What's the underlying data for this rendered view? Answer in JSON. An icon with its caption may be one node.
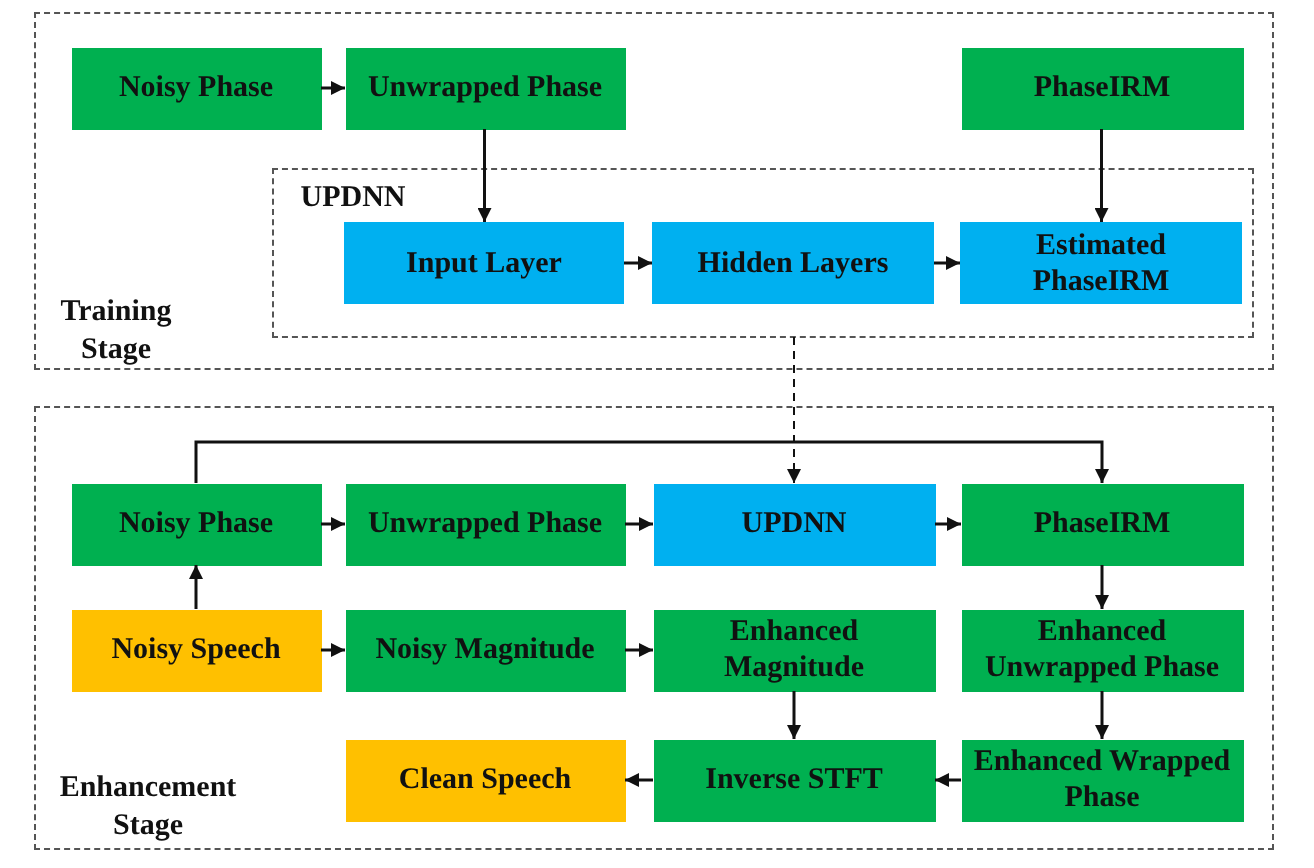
{
  "diagram": {
    "nodes": [
      {
        "text": [
          "Training Stage"
        ]
      },
      {
        "text": [
          "Noisy Phase"
        ],
        "in": 0
      },
      {
        "text": [
          "Unwrapped Phase"
        ],
        "in": 0
      },
      {
        "text": [
          "PhaseIRM"
        ],
        "in": 0
      },
      {
        "text": [
          "UPDNN"
        ],
        "in": 0
      },
      {
        "text": [
          "Input Layer"
        ],
        "in": 4
      },
      {
        "text": [
          "Hidden Layers"
        ],
        "in": 4
      },
      {
        "text": [
          "Estimated PhaseIRM"
        ],
        "in": 4
      },
      {
        "text": [
          "Enhancement Stage"
        ]
      },
      {
        "text": [
          "Noisy Phase"
        ],
        "in": 8
      },
      {
        "text": [
          "Unwrapped Phase"
        ],
        "in": 8
      },
      {
        "text": [
          "UPDNN"
        ],
        "in": 8
      },
      {
        "text": [
          "PhaseIRM"
        ],
        "in": 8
      },
      {
        "text": [
          "Noisy Speech"
        ],
        "in": 8
      },
      {
        "text": [
          "Noisy Magnitude"
        ],
        "in": 8
      },
      {
        "text": [
          "Enhanced Magnitude"
        ],
        "in": 8
      },
      {
        "text": [
          "Enhanced Unwrapped Phase"
        ],
        "in": 8
      },
      {
        "text": [
          "Clean Speech"
        ],
        "in": 8
      },
      {
        "text": [
          "Inverse STFT"
        ],
        "in": 8
      },
      {
        "text": [
          "Enhanced Wrapped Phase"
        ],
        "in": 8
      }
    ],
    "edges": [
      {
        "from": 1,
        "to": 2,
        "arrow": "to"
      },
      {
        "from": 2,
        "to": 5,
        "arrow": "to"
      },
      {
        "from": 3,
        "to": 7,
        "arrow": "to"
      },
      {
        "from": 5,
        "to": 6,
        "arrow": "to"
      },
      {
        "from": 6,
        "to": 7,
        "arrow": "to"
      },
      {
        "from": 4,
        "to": 11,
        "arrow": "to",
        "style": "dashed"
      },
      {
        "from": 9,
        "to": 10,
        "arrow": "to"
      },
      {
        "from": 10,
        "to": 11,
        "arrow": "to"
      },
      {
        "from": 11,
        "to": 12,
        "arrow": "to"
      },
      {
        "from": 9,
        "to": 12,
        "arrow": "to"
      },
      {
        "from": 13,
        "to": 9,
        "arrow": "to"
      },
      {
        "from": 13,
        "to": 14,
        "arrow": "to"
      },
      {
        "from": 14,
        "to": 15,
        "arrow": "to"
      },
      {
        "from": 12,
        "to": 16,
        "arrow": "to"
      },
      {
        "from": 16,
        "to": 19,
        "arrow": "to"
      },
      {
        "from": 15,
        "to": 18,
        "arrow": "to"
      },
      {
        "from": 19,
        "to": 18,
        "arrow": "to"
      },
      {
        "from": 18,
        "to": 17,
        "arrow": "to"
      }
    ]
  }
}
